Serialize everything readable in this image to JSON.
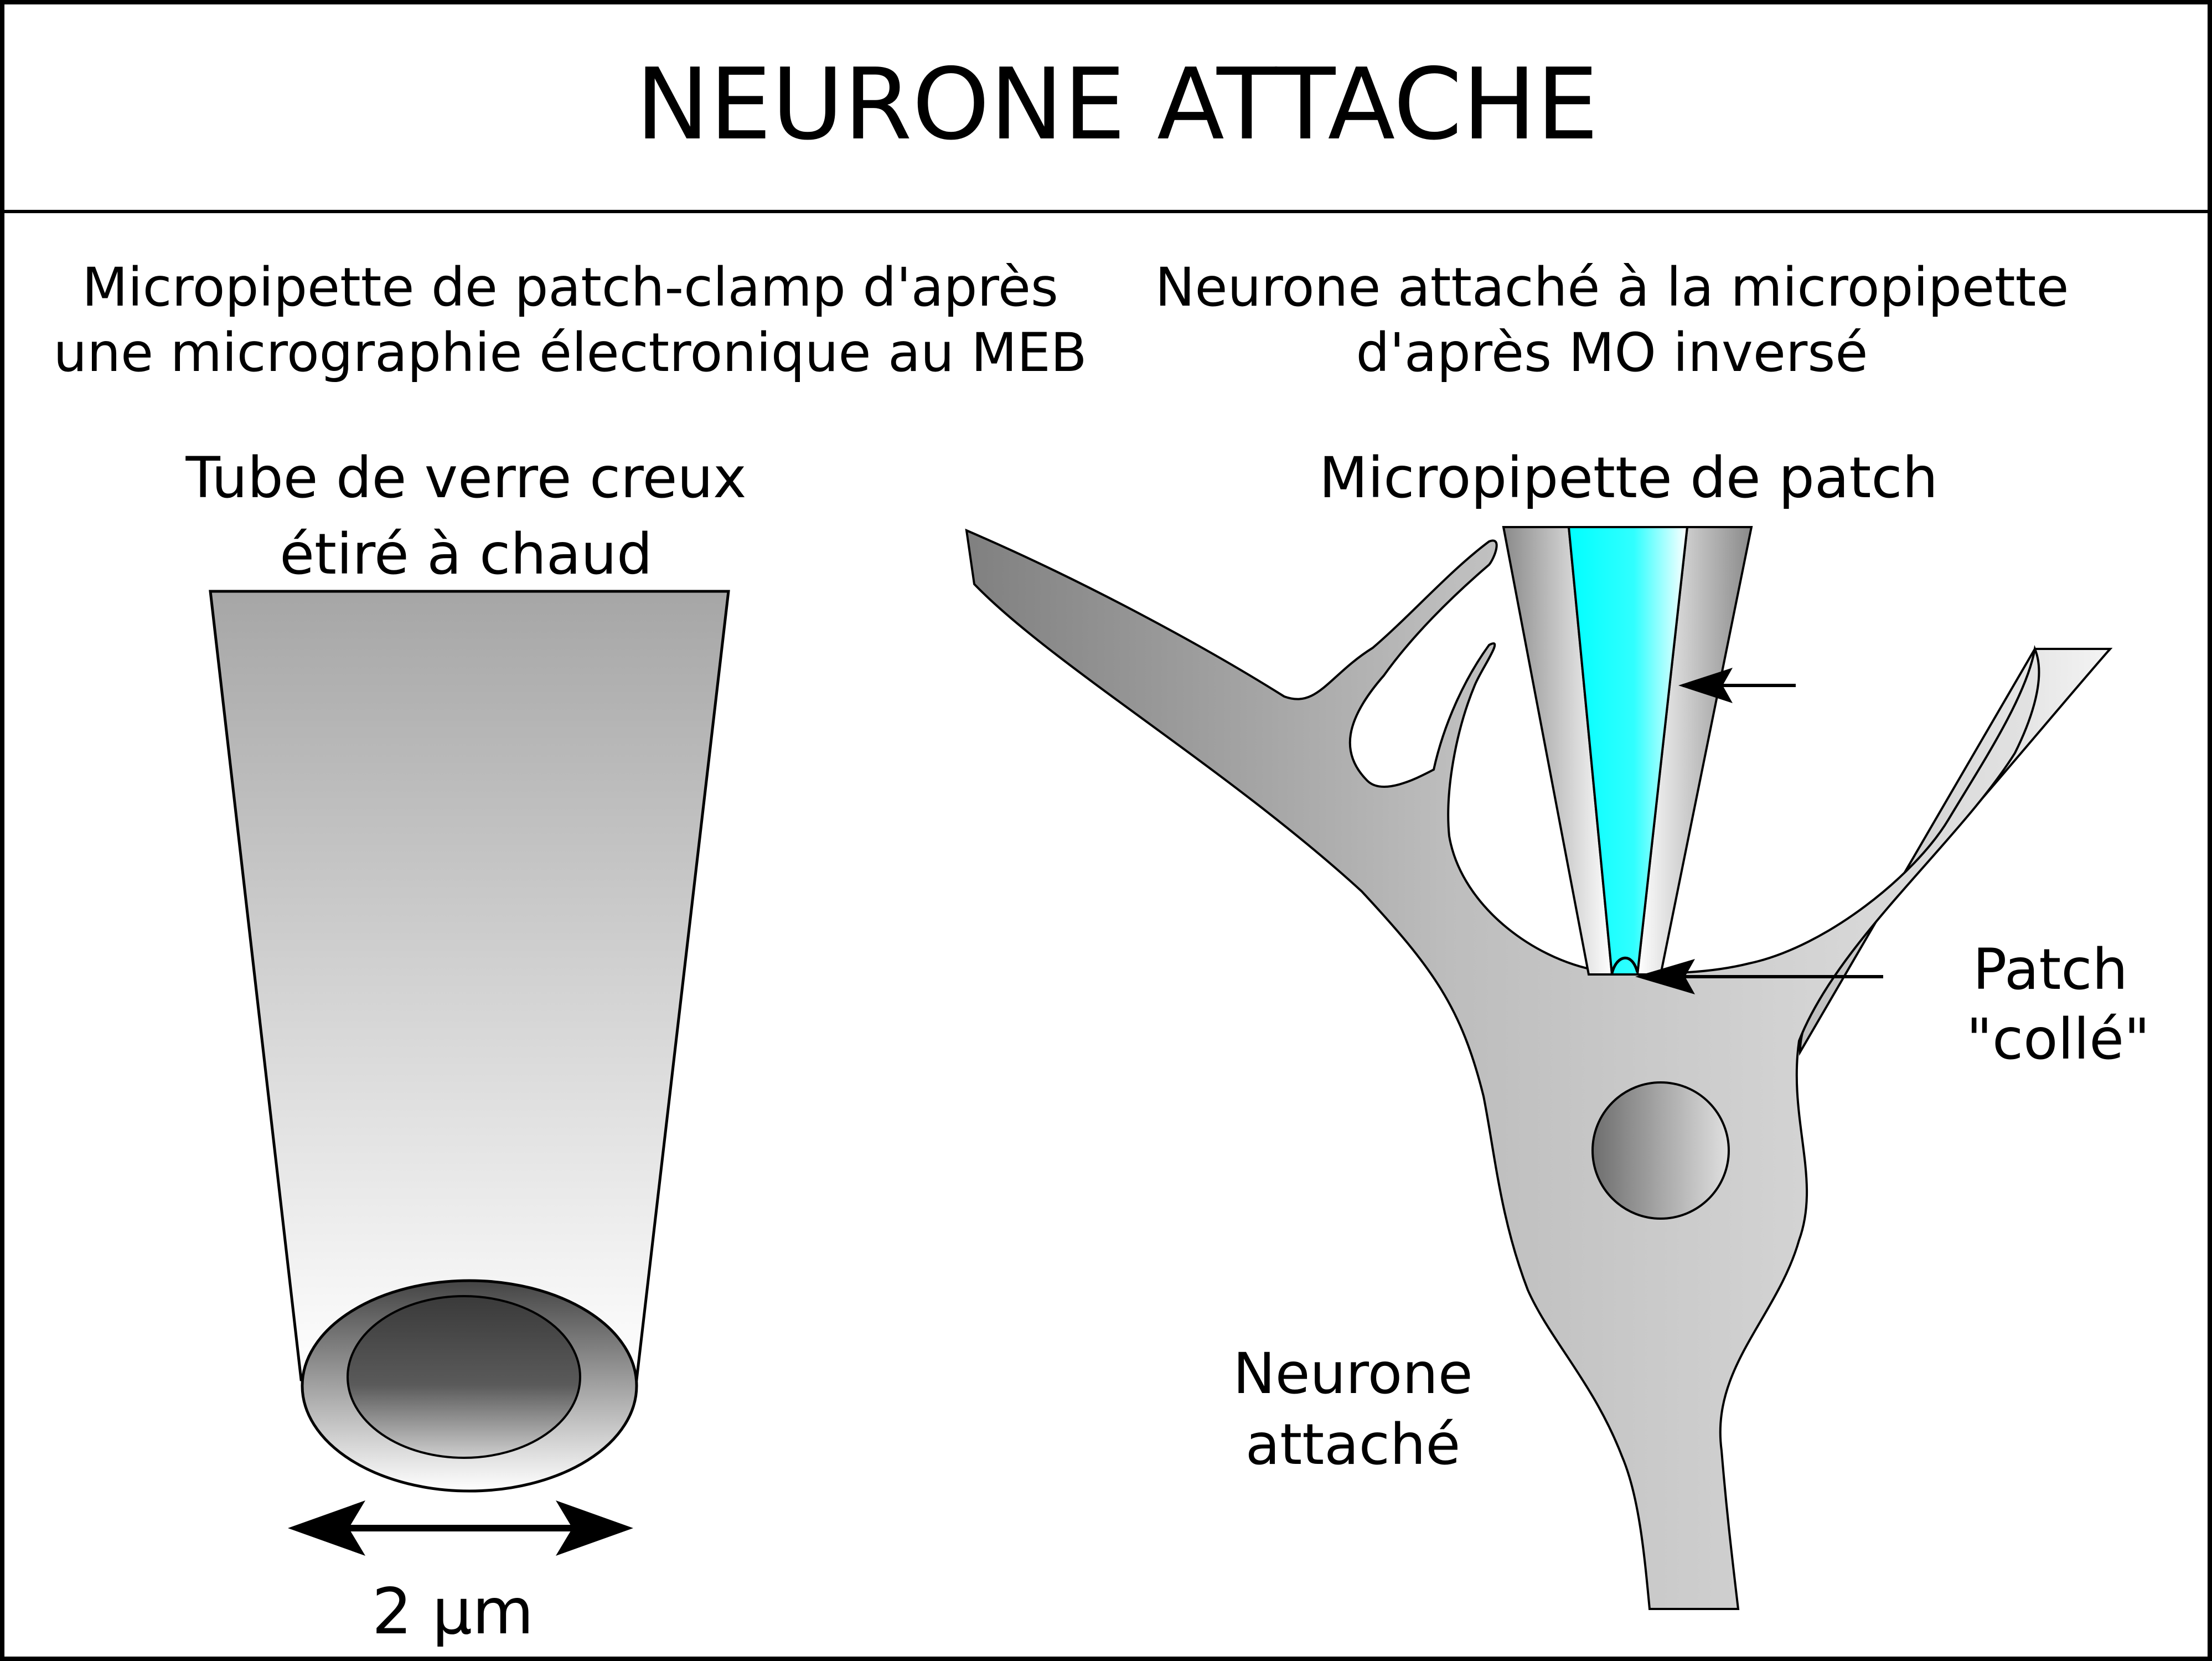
{
  "title": "NEURONE ATTACHE",
  "left_panel": {
    "caption_line1": "Micropipette de patch-clamp d'après",
    "caption_line2": "une micrographie électronique au MEB",
    "tube_label_line1": "Tube de verre creux",
    "tube_label_line2": "étiré à chaud",
    "dimension": "2 µm"
  },
  "right_panel": {
    "caption_line1": "Neurone attaché à la micropipette",
    "caption_line2": "d'après  MO inversé",
    "pipette_label": "Micropipette de patch",
    "patch_label_line1": "Patch",
    "patch_label_line2": "\"collé\"",
    "neuron_label_line1": "Neurone",
    "neuron_label_line2": "attaché"
  },
  "colors": {
    "line": "#000000",
    "glass_gray": "#a6a6a6",
    "pipette_lumen": "#00ffff",
    "neuron_gray": "#c4c4c4",
    "nucleus_dark": "#6e6e6e"
  }
}
